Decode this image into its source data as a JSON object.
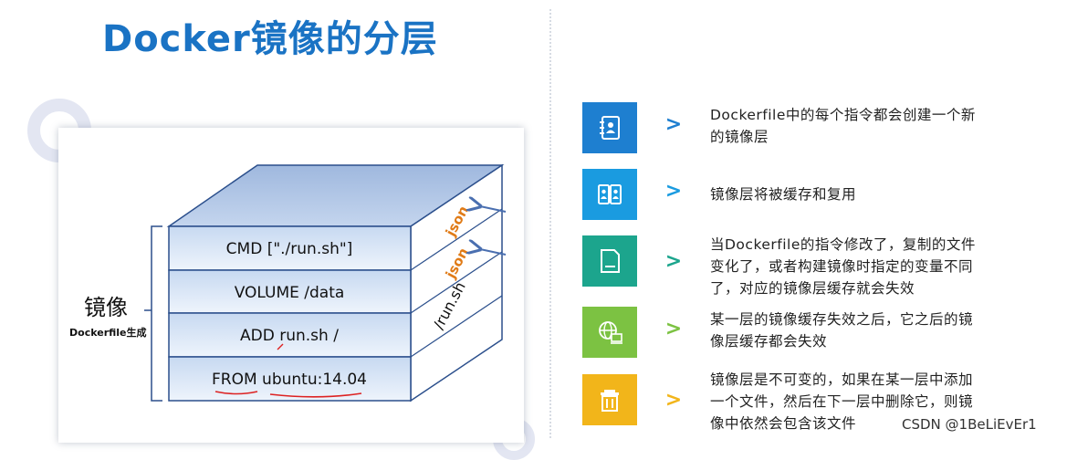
{
  "title": "Docker镜像的分层",
  "diagram": {
    "layers": [
      "CMD [\"./run.sh\"]",
      "VOLUME /data",
      "ADD run.sh /",
      "FROM ubuntu:14.04"
    ],
    "side_tags": [
      "json",
      "json",
      "/run.sh"
    ],
    "left_label": "镜像",
    "left_sublabel": "Dockerfile生成"
  },
  "items": [
    {
      "icon": "contact-book-icon",
      "color": "#1e7fd0",
      "chevron_color": "#1e7fd0",
      "lines": [
        "Dockerfile中的每个指令都会创建一个新",
        "的镜像层"
      ]
    },
    {
      "icon": "id-cards-icon",
      "color": "#1a9be0",
      "chevron_color": "#1a9be0",
      "lines": [
        "镜像层将被缓存和复用"
      ]
    },
    {
      "icon": "document-icon",
      "color": "#1ca58d",
      "chevron_color": "#1ca58d",
      "lines": [
        "当Dockerfile的指令修改了，复制的文件",
        "变化了，或者构建镜像时指定的变量不同",
        "了，对应的镜像层缓存就会失效"
      ]
    },
    {
      "icon": "globe-computer-icon",
      "color": "#7cc242",
      "chevron_color": "#7cc242",
      "lines": [
        "某一层的镜像缓存失效之后，它之后的镜",
        "像层缓存都会失效"
      ]
    },
    {
      "icon": "trash-icon",
      "color": "#f2b51a",
      "chevron_color": "#f2b51a",
      "lines": [
        "镜像层是不可变的，如果在某一层中添加",
        "一个文件，然后在下一层中删除它，则镜",
        "像中依然会包含该文件"
      ]
    }
  ],
  "watermark": "CSDN @1BeLiEvEr1"
}
